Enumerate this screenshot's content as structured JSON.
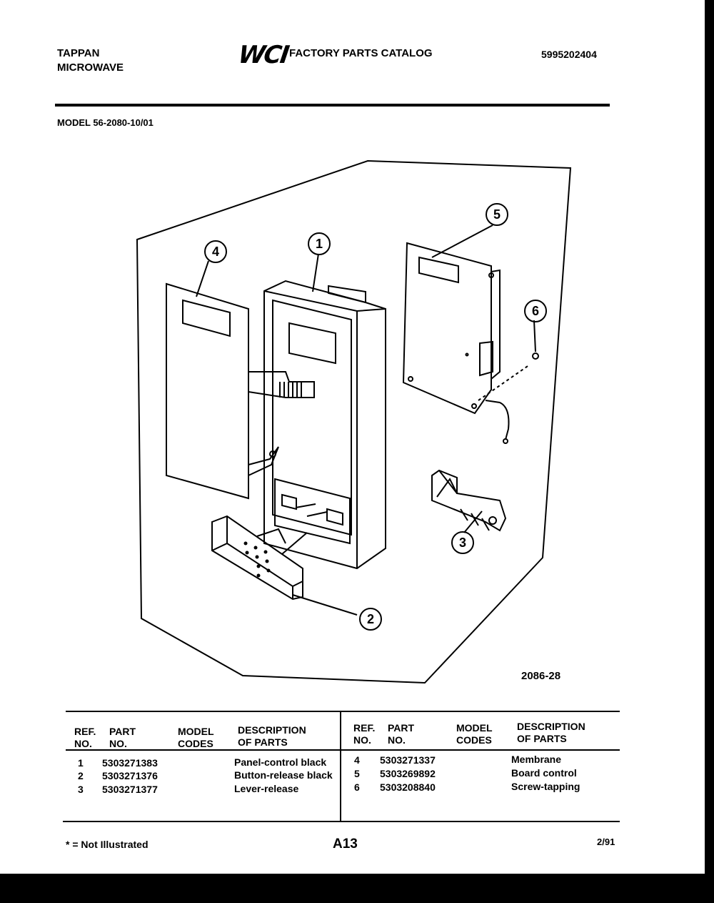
{
  "header": {
    "brand_line1": "TAPPAN",
    "brand_line2": "MICROWAVE",
    "logo_text": "WCI",
    "catalog_title": "FACTORY PARTS CATALOG",
    "catalog_number": "5995202404",
    "model_line": "MODEL 56-2080-10/01"
  },
  "diagram": {
    "callouts": [
      "1",
      "2",
      "3",
      "4",
      "5",
      "6"
    ],
    "figure_id": "2086-28"
  },
  "parts_table": {
    "left_headers": {
      "ref": "REF.\nNO.",
      "part": "PART\nNO.",
      "model": "MODEL\nCODES",
      "desc": "DESCRIPTION\nOF PARTS"
    },
    "right_headers": {
      "ref": "REF.\nNO.",
      "part": "PART\nNO.",
      "model": "MODEL\nCODES",
      "desc": "DESCRIPTION\nOF PARTS"
    },
    "left_rows": [
      {
        "ref": "1",
        "part": "5303271383",
        "desc": "Panel-control black"
      },
      {
        "ref": "2",
        "part": "5303271376",
        "desc": "Button-release black"
      },
      {
        "ref": "3",
        "part": "5303271377",
        "desc": "Lever-release"
      }
    ],
    "right_rows": [
      {
        "ref": "4",
        "part": "5303271337",
        "desc": "Membrane"
      },
      {
        "ref": "5",
        "part": "5303269892",
        "desc": "Board control"
      },
      {
        "ref": "6",
        "part": "5303208840",
        "desc": "Screw-tapping"
      }
    ]
  },
  "footer": {
    "note": "* = Not Illustrated",
    "page": "A13",
    "date": "2/91"
  }
}
